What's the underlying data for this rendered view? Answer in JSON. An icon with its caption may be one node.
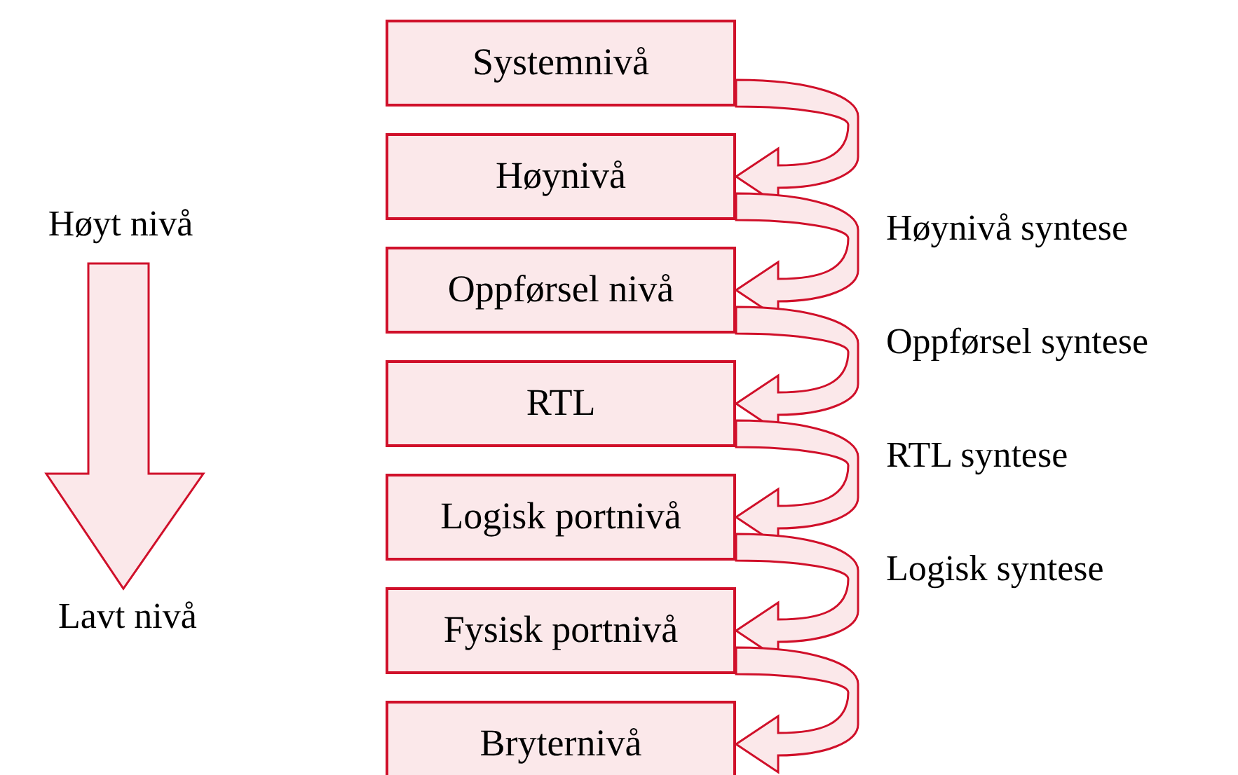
{
  "diagram": {
    "nodes": [
      {
        "text": [
          "Systemnivå"
        ]
      },
      {
        "text": [
          "Høynivå"
        ]
      },
      {
        "text": [
          "Oppførsel nivå"
        ]
      },
      {
        "text": [
          "RTL"
        ]
      },
      {
        "text": [
          "Logisk portnivå"
        ]
      },
      {
        "text": [
          "Fysisk portnivå"
        ]
      },
      {
        "text": [
          "Bryternivå"
        ]
      }
    ],
    "edges": [
      {
        "from": 0,
        "to": 1,
        "arrow": "to"
      },
      {
        "from": 1,
        "to": 2,
        "arrow": "to",
        "label": "Høynivå syntese"
      },
      {
        "from": 2,
        "to": 3,
        "arrow": "to",
        "label": "Oppførsel syntese"
      },
      {
        "from": 3,
        "to": 4,
        "arrow": "to",
        "label": "RTL syntese"
      },
      {
        "from": 4,
        "to": 5,
        "arrow": "to",
        "label": "Logisk syntese"
      },
      {
        "from": 5,
        "to": 6,
        "arrow": "to"
      }
    ],
    "labels": [
      "Høyt nivå",
      "Lavt nivå"
    ]
  }
}
